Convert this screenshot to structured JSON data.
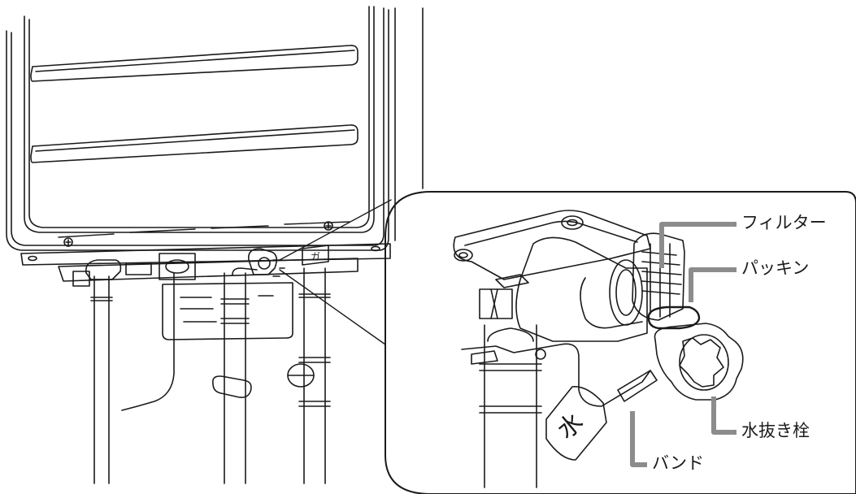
{
  "labels": {
    "filter": "フィルター",
    "packing": "パッキン",
    "drain_plug": "水抜き栓",
    "band": "バンド",
    "water_tag": "水",
    "gas_mark": "ガ"
  },
  "colors": {
    "line": "#1a1a1a",
    "callout": "#8c8c8c",
    "background": "#ffffff"
  }
}
